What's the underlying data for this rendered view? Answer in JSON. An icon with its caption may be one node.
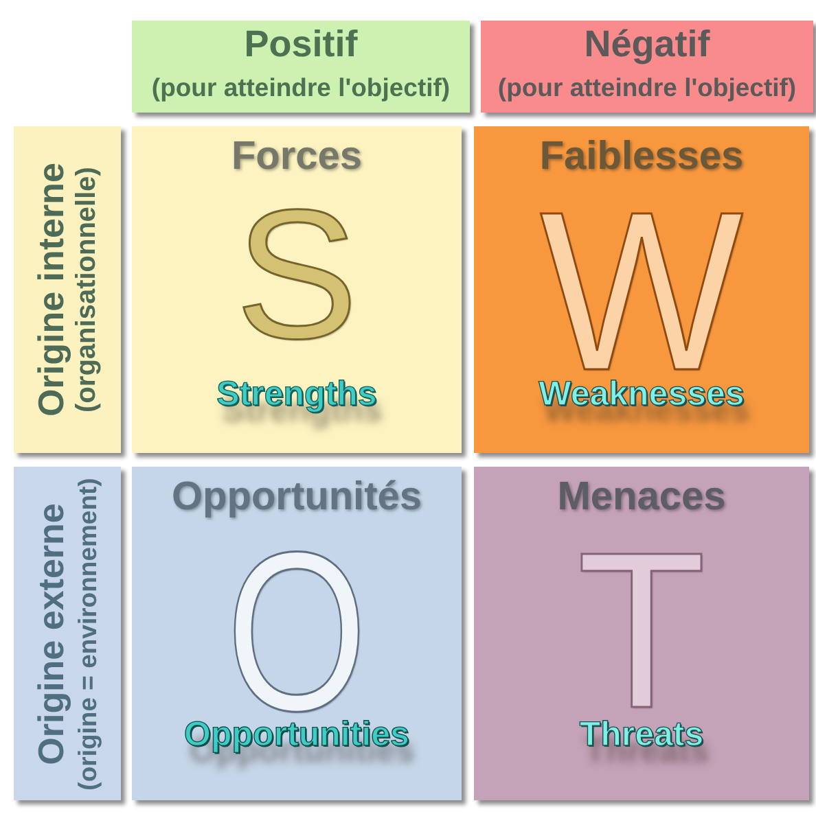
{
  "diagram": {
    "nodes": [
      {
        "text": [
          "Positif",
          "(pour atteindre l'objectif)"
        ]
      },
      {
        "text": [
          "Négatif",
          "(pour atteindre l'objectif)"
        ]
      },
      {
        "text": [
          "Origine interne",
          "(organisationnelle)"
        ]
      },
      {
        "text": [
          "Forces",
          "S",
          "Strengths"
        ]
      },
      {
        "text": [
          "Faiblesses",
          "W",
          "Weaknesses"
        ]
      },
      {
        "text": [
          "Origine externe",
          "(origine = environnement)"
        ]
      },
      {
        "text": [
          "Opportunités",
          "O",
          "Opportunities"
        ]
      },
      {
        "text": [
          "Menaces",
          "T",
          "Threats"
        ]
      }
    ]
  }
}
